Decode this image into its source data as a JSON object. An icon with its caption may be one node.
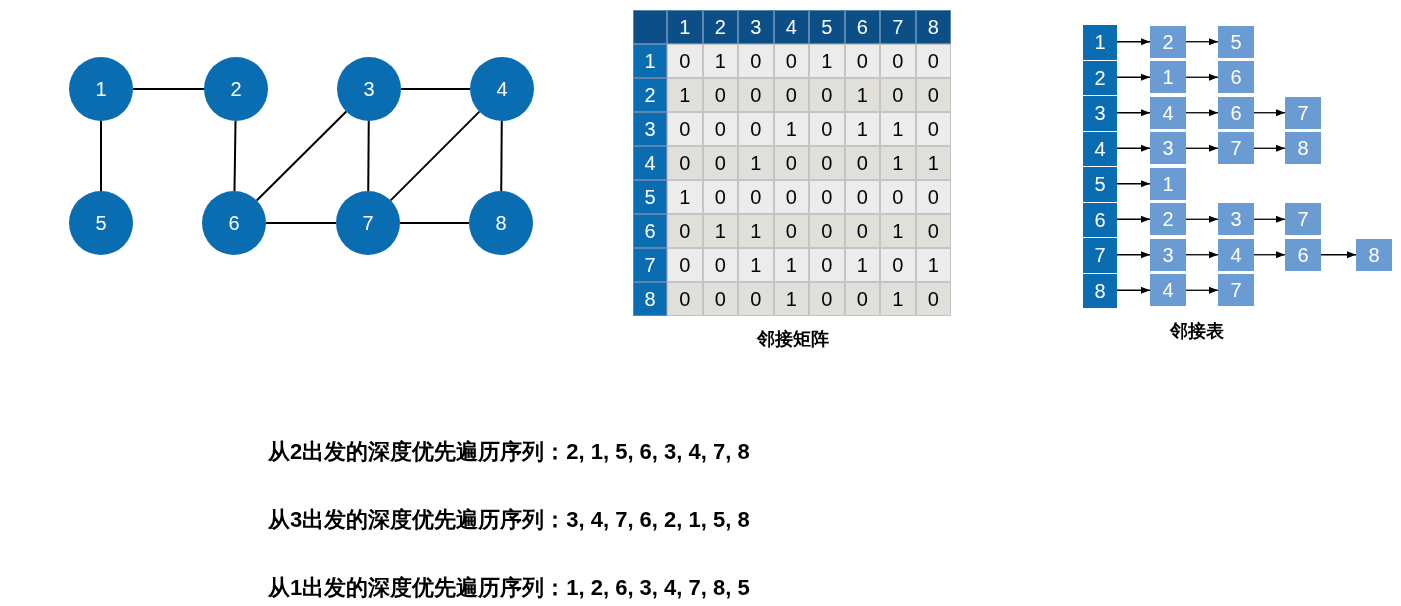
{
  "diagram": {
    "nodes": [
      {
        "text": [
          "1"
        ]
      },
      {
        "text": [
          "2"
        ]
      },
      {
        "text": [
          "3"
        ]
      },
      {
        "text": [
          "4"
        ]
      },
      {
        "text": [
          "5"
        ]
      },
      {
        "text": [
          "6"
        ]
      },
      {
        "text": [
          "7"
        ]
      },
      {
        "text": [
          "8"
        ]
      },
      {
        "text": [
          "1"
        ]
      },
      {
        "text": [
          "2"
        ]
      },
      {
        "text": [
          "5"
        ]
      },
      {
        "text": [
          "2"
        ]
      },
      {
        "text": [
          "1"
        ]
      },
      {
        "text": [
          "6"
        ]
      },
      {
        "text": [
          "3"
        ]
      },
      {
        "text": [
          "4"
        ]
      },
      {
        "text": [
          "6"
        ]
      },
      {
        "text": [
          "7"
        ]
      },
      {
        "text": [
          "4"
        ]
      },
      {
        "text": [
          "3"
        ]
      },
      {
        "text": [
          "7"
        ]
      },
      {
        "text": [
          "8"
        ]
      },
      {
        "text": [
          "5"
        ]
      },
      {
        "text": [
          "1"
        ]
      },
      {
        "text": [
          "6"
        ]
      },
      {
        "text": [
          "2"
        ]
      },
      {
        "text": [
          "3"
        ]
      },
      {
        "text": [
          "7"
        ]
      },
      {
        "text": [
          "7"
        ]
      },
      {
        "text": [
          "3"
        ]
      },
      {
        "text": [
          "4"
        ]
      },
      {
        "text": [
          "6"
        ]
      },
      {
        "text": [
          "8"
        ]
      },
      {
        "text": [
          "8"
        ]
      },
      {
        "text": [
          "4"
        ]
      },
      {
        "text": [
          "7"
        ]
      }
    ],
    "edges": [
      {
        "from": 0,
        "to": 1,
        "arrow": "none"
      },
      {
        "from": 0,
        "to": 4,
        "arrow": "none"
      },
      {
        "from": 1,
        "to": 5,
        "arrow": "none"
      },
      {
        "from": 2,
        "to": 3,
        "arrow": "none"
      },
      {
        "from": 2,
        "to": 5,
        "arrow": "none"
      },
      {
        "from": 2,
        "to": 6,
        "arrow": "none"
      },
      {
        "from": 3,
        "to": 6,
        "arrow": "none"
      },
      {
        "from": 3,
        "to": 7,
        "arrow": "none"
      },
      {
        "from": 5,
        "to": 6,
        "arrow": "none"
      },
      {
        "from": 6,
        "to": 7,
        "arrow": "none"
      },
      {
        "from": 8,
        "to": 9,
        "arrow": "to"
      },
      {
        "from": 9,
        "to": 10,
        "arrow": "to"
      },
      {
        "from": 11,
        "to": 12,
        "arrow": "to"
      },
      {
        "from": 12,
        "to": 13,
        "arrow": "to"
      },
      {
        "from": 14,
        "to": 15,
        "arrow": "to"
      },
      {
        "from": 15,
        "to": 16,
        "arrow": "to"
      },
      {
        "from": 16,
        "to": 17,
        "arrow": "to"
      },
      {
        "from": 18,
        "to": 19,
        "arrow": "to"
      },
      {
        "from": 19,
        "to": 20,
        "arrow": "to"
      },
      {
        "from": 20,
        "to": 21,
        "arrow": "to"
      },
      {
        "from": 22,
        "to": 23,
        "arrow": "to"
      },
      {
        "from": 24,
        "to": 25,
        "arrow": "to"
      },
      {
        "from": 25,
        "to": 26,
        "arrow": "to"
      },
      {
        "from": 26,
        "to": 27,
        "arrow": "to"
      },
      {
        "from": 28,
        "to": 29,
        "arrow": "to"
      },
      {
        "from": 29,
        "to": 30,
        "arrow": "to"
      },
      {
        "from": 30,
        "to": 31,
        "arrow": "to"
      },
      {
        "from": 31,
        "to": 32,
        "arrow": "to"
      },
      {
        "from": 33,
        "to": 34,
        "arrow": "to"
      },
      {
        "from": 34,
        "to": 35,
        "arrow": "to"
      }
    ],
    "labels": [
      "1",
      "2",
      "3",
      "4",
      "5",
      "6",
      "7",
      "8",
      "1",
      "0",
      "1",
      "0",
      "0",
      "1",
      "0",
      "0",
      "0",
      "2",
      "1",
      "0",
      "0",
      "0",
      "0",
      "1",
      "0",
      "0",
      "3",
      "0",
      "0",
      "0",
      "1",
      "0",
      "1",
      "1",
      "0",
      "4",
      "0",
      "0",
      "1",
      "0",
      "0",
      "0",
      "1",
      "1",
      "5",
      "1",
      "0",
      "0",
      "0",
      "0",
      "0",
      "0",
      "0",
      "6",
      "0",
      "1",
      "1",
      "0",
      "0",
      "0",
      "1",
      "0",
      "7",
      "0",
      "0",
      "1",
      "1",
      "0",
      "1",
      "0",
      "1",
      "8",
      "0",
      "0",
      "0",
      "1",
      "0",
      "0",
      "1",
      "0",
      "邻接矩阵",
      "邻接表",
      "从2出发的深度优先遍历序列：2, 1, 5, 6, 3, 4, 7, 8",
      "从3出发的深度优先遍历序列：3, 4, 7, 6, 2, 1, 5, 8",
      "从1出发的深度优先遍历序列：1, 2, 6, 3, 4, 7, 8, 5"
    ]
  }
}
